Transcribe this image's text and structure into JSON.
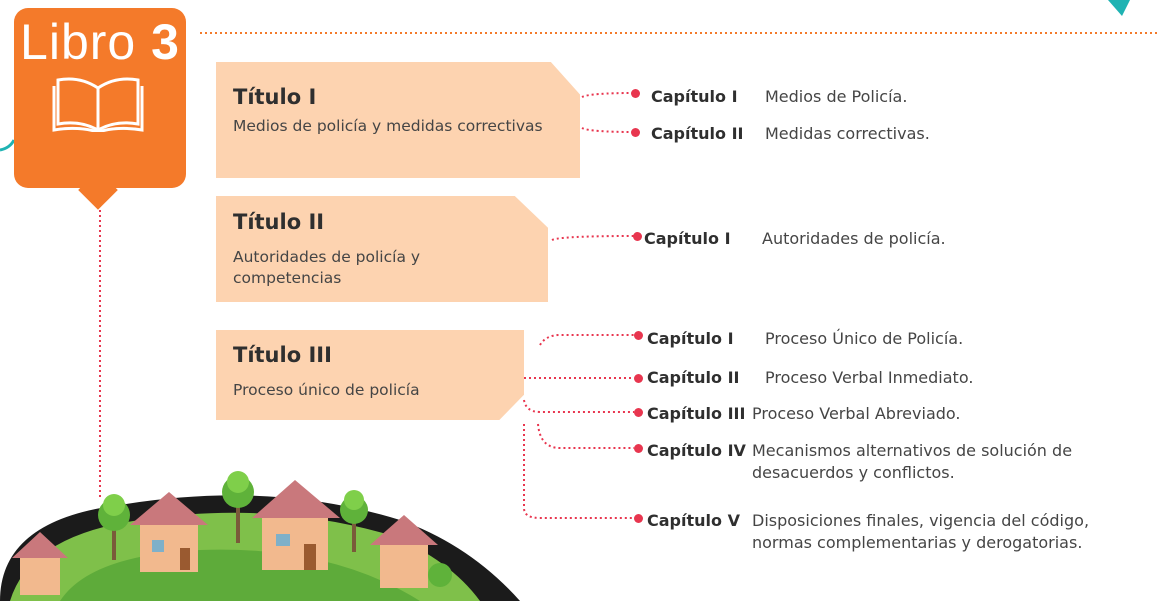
{
  "book": {
    "label": "Libro",
    "number": "3"
  },
  "titles": [
    {
      "heading": "Título I",
      "subtitle": "Medios de policía y medidas correctivas",
      "chapters": [
        {
          "label": "Capítulo I",
          "name": "Medios de Policía."
        },
        {
          "label": "Capítulo II",
          "name": "Medidas correctivas."
        }
      ]
    },
    {
      "heading": "Título II",
      "subtitle": "Autoridades de policía y competencias",
      "chapters": [
        {
          "label": "Capítulo I",
          "name": "Autoridades de policía."
        }
      ]
    },
    {
      "heading": "Título III",
      "subtitle": "Proceso único de policía",
      "chapters": [
        {
          "label": "Capítulo I",
          "name": "Proceso Único de Policía."
        },
        {
          "label": "Capítulo II",
          "name": "Proceso Verbal Inmediato."
        },
        {
          "label": "Capítulo III",
          "name": "Proceso Verbal Abreviado."
        },
        {
          "label": "Capítulo IV",
          "name": "Mecanismos alternativos de solución de desacuerdos y conflictos."
        },
        {
          "label": "Capítulo V",
          "name": "Disposiciones finales, vigencia del código, normas complementarias y derogatorias."
        }
      ]
    }
  ],
  "colors": {
    "badge": "#f47a2a",
    "box": "#fdd3b0",
    "dots": "#e8364f",
    "teal": "#1fb3b3"
  }
}
